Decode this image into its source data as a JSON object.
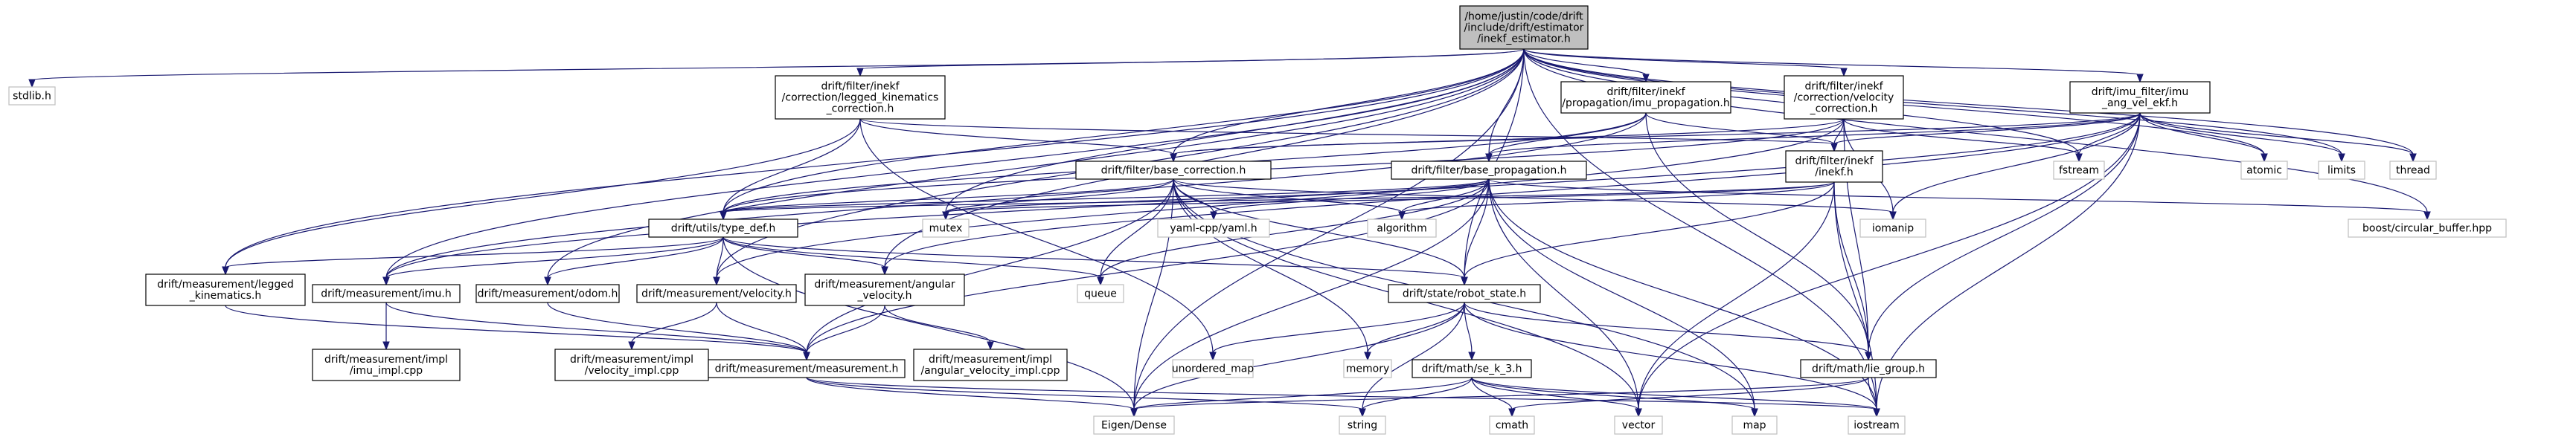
{
  "graph": {
    "root": "n0",
    "colors": {
      "edge": "#191970",
      "root_fill": "#bfbfbf",
      "local_border": "#000000",
      "std_border": "#bfbfbf"
    },
    "nodes": [
      {
        "id": "n0",
        "kind": "root",
        "lines": [
          "/home/justin/code/drift",
          "/include/drift/estimator",
          "/inekf_estimator.h"
        ]
      },
      {
        "id": "n1",
        "kind": "std",
        "lines": [
          "stdlib.h"
        ]
      },
      {
        "id": "n2",
        "kind": "local",
        "lines": [
          "drift/filter/inekf",
          "/correction/legged_kinematics",
          "_correction.h"
        ]
      },
      {
        "id": "n3",
        "kind": "local",
        "lines": [
          "drift/filter/inekf",
          "/propagation/imu_propagation.h"
        ]
      },
      {
        "id": "n4",
        "kind": "local",
        "lines": [
          "drift/filter/inekf",
          "/correction/velocity",
          "_correction.h"
        ]
      },
      {
        "id": "n5",
        "kind": "local",
        "lines": [
          "drift/imu_filter/imu",
          "_ang_vel_ekf.h"
        ]
      },
      {
        "id": "n6",
        "kind": "local",
        "lines": [
          "drift/filter/base_correction.h"
        ]
      },
      {
        "id": "n7",
        "kind": "local",
        "lines": [
          "drift/filter/base_propagation.h"
        ]
      },
      {
        "id": "n8",
        "kind": "local",
        "lines": [
          "drift/filter/inekf",
          "/inekf.h"
        ]
      },
      {
        "id": "n9",
        "kind": "std",
        "lines": [
          "fstream"
        ]
      },
      {
        "id": "n10",
        "kind": "std",
        "lines": [
          "atomic"
        ]
      },
      {
        "id": "n11",
        "kind": "std",
        "lines": [
          "limits"
        ]
      },
      {
        "id": "n12",
        "kind": "std",
        "lines": [
          "thread"
        ]
      },
      {
        "id": "n13",
        "kind": "local",
        "lines": [
          "drift/utils/type_def.h"
        ]
      },
      {
        "id": "n14",
        "kind": "std",
        "lines": [
          "mutex"
        ]
      },
      {
        "id": "n15",
        "kind": "std",
        "lines": [
          "yaml-cpp/yaml.h"
        ]
      },
      {
        "id": "n16",
        "kind": "std",
        "lines": [
          "algorithm"
        ]
      },
      {
        "id": "n17",
        "kind": "std",
        "lines": [
          "iomanip"
        ]
      },
      {
        "id": "n18",
        "kind": "std",
        "lines": [
          "boost/circular_buffer.hpp"
        ]
      },
      {
        "id": "n19",
        "kind": "local",
        "lines": [
          "drift/measurement/legged",
          "_kinematics.h"
        ]
      },
      {
        "id": "n20",
        "kind": "local",
        "lines": [
          "drift/measurement/imu.h"
        ]
      },
      {
        "id": "n21",
        "kind": "local",
        "lines": [
          "drift/measurement/odom.h"
        ]
      },
      {
        "id": "n22",
        "kind": "local",
        "lines": [
          "drift/measurement/velocity.h"
        ]
      },
      {
        "id": "n23",
        "kind": "local",
        "lines": [
          "drift/measurement/angular",
          "_velocity.h"
        ]
      },
      {
        "id": "n24",
        "kind": "std",
        "lines": [
          "queue"
        ]
      },
      {
        "id": "n25",
        "kind": "local",
        "lines": [
          "drift/state/robot_state.h"
        ]
      },
      {
        "id": "n26",
        "kind": "local",
        "lines": [
          "drift/measurement/impl",
          "/imu_impl.cpp"
        ]
      },
      {
        "id": "n27",
        "kind": "local",
        "lines": [
          "drift/measurement/impl",
          "/velocity_impl.cpp"
        ]
      },
      {
        "id": "n28",
        "kind": "local",
        "lines": [
          "drift/measurement/measurement.h"
        ]
      },
      {
        "id": "n29",
        "kind": "local",
        "lines": [
          "drift/measurement/impl",
          "/angular_velocity_impl.cpp"
        ]
      },
      {
        "id": "n30",
        "kind": "std",
        "lines": [
          "unordered_map"
        ]
      },
      {
        "id": "n31",
        "kind": "std",
        "lines": [
          "memory"
        ]
      },
      {
        "id": "n32",
        "kind": "local",
        "lines": [
          "drift/math/se_k_3.h"
        ]
      },
      {
        "id": "n33",
        "kind": "local",
        "lines": [
          "drift/math/lie_group.h"
        ]
      },
      {
        "id": "n34",
        "kind": "std",
        "lines": [
          "Eigen/Dense"
        ]
      },
      {
        "id": "n35",
        "kind": "std",
        "lines": [
          "string"
        ]
      },
      {
        "id": "n36",
        "kind": "std",
        "lines": [
          "cmath"
        ]
      },
      {
        "id": "n37",
        "kind": "std",
        "lines": [
          "vector"
        ]
      },
      {
        "id": "n38",
        "kind": "std",
        "lines": [
          "map"
        ]
      },
      {
        "id": "n39",
        "kind": "std",
        "lines": [
          "iostream"
        ]
      }
    ],
    "edges": [
      [
        "n0",
        "n1"
      ],
      [
        "n0",
        "n2"
      ],
      [
        "n0",
        "n3"
      ],
      [
        "n0",
        "n4"
      ],
      [
        "n0",
        "n5"
      ],
      [
        "n0",
        "n6"
      ],
      [
        "n0",
        "n7"
      ],
      [
        "n0",
        "n13"
      ],
      [
        "n0",
        "n19"
      ],
      [
        "n0",
        "n20"
      ],
      [
        "n0",
        "n21"
      ],
      [
        "n0",
        "n22"
      ],
      [
        "n0",
        "n23"
      ],
      [
        "n0",
        "n25"
      ],
      [
        "n0",
        "n14"
      ],
      [
        "n0",
        "n9"
      ],
      [
        "n0",
        "n10"
      ],
      [
        "n0",
        "n11"
      ],
      [
        "n0",
        "n12"
      ],
      [
        "n0",
        "n18"
      ],
      [
        "n0",
        "n34"
      ],
      [
        "n0",
        "n39"
      ],
      [
        "n2",
        "n6"
      ],
      [
        "n2",
        "n13"
      ],
      [
        "n2",
        "n19"
      ],
      [
        "n2",
        "n8"
      ],
      [
        "n2",
        "n30"
      ],
      [
        "n3",
        "n7"
      ],
      [
        "n3",
        "n13"
      ],
      [
        "n3",
        "n20"
      ],
      [
        "n3",
        "n8"
      ],
      [
        "n3",
        "n33"
      ],
      [
        "n4",
        "n6"
      ],
      [
        "n4",
        "n13"
      ],
      [
        "n4",
        "n22"
      ],
      [
        "n4",
        "n8"
      ],
      [
        "n4",
        "n33"
      ],
      [
        "n4",
        "n9"
      ],
      [
        "n4",
        "n17"
      ],
      [
        "n5",
        "n6"
      ],
      [
        "n5",
        "n7"
      ],
      [
        "n5",
        "n8"
      ],
      [
        "n5",
        "n20"
      ],
      [
        "n5",
        "n23"
      ],
      [
        "n5",
        "n9"
      ],
      [
        "n5",
        "n10"
      ],
      [
        "n5",
        "n11"
      ],
      [
        "n5",
        "n12"
      ],
      [
        "n5",
        "n17"
      ],
      [
        "n5",
        "n33"
      ],
      [
        "n5",
        "n39"
      ],
      [
        "n5",
        "n37"
      ],
      [
        "n6",
        "n13"
      ],
      [
        "n6",
        "n14"
      ],
      [
        "n6",
        "n15"
      ],
      [
        "n6",
        "n16"
      ],
      [
        "n6",
        "n17"
      ],
      [
        "n6",
        "n25"
      ],
      [
        "n6",
        "n28"
      ],
      [
        "n6",
        "n24"
      ],
      [
        "n6",
        "n31"
      ],
      [
        "n6",
        "n37"
      ],
      [
        "n6",
        "n38"
      ],
      [
        "n6",
        "n34"
      ],
      [
        "n7",
        "n13"
      ],
      [
        "n7",
        "n14"
      ],
      [
        "n7",
        "n15"
      ],
      [
        "n7",
        "n16"
      ],
      [
        "n7",
        "n18"
      ],
      [
        "n7",
        "n25"
      ],
      [
        "n7",
        "n28"
      ],
      [
        "n7",
        "n24"
      ],
      [
        "n7",
        "n34"
      ],
      [
        "n7",
        "n37"
      ],
      [
        "n7",
        "n38"
      ],
      [
        "n7",
        "n39"
      ],
      [
        "n8",
        "n13"
      ],
      [
        "n8",
        "n25"
      ],
      [
        "n8",
        "n33"
      ],
      [
        "n8",
        "n39"
      ],
      [
        "n8",
        "n37"
      ],
      [
        "n8",
        "n16"
      ],
      [
        "n8",
        "n14"
      ],
      [
        "n13",
        "n19"
      ],
      [
        "n13",
        "n20"
      ],
      [
        "n13",
        "n21"
      ],
      [
        "n13",
        "n22"
      ],
      [
        "n13",
        "n23"
      ],
      [
        "n13",
        "n25"
      ],
      [
        "n13",
        "n24"
      ],
      [
        "n13",
        "n34"
      ],
      [
        "n19",
        "n28"
      ],
      [
        "n20",
        "n28"
      ],
      [
        "n20",
        "n26"
      ],
      [
        "n21",
        "n28"
      ],
      [
        "n22",
        "n28"
      ],
      [
        "n22",
        "n27"
      ],
      [
        "n23",
        "n28"
      ],
      [
        "n23",
        "n29"
      ],
      [
        "n25",
        "n30"
      ],
      [
        "n25",
        "n31"
      ],
      [
        "n25",
        "n32"
      ],
      [
        "n25",
        "n33"
      ],
      [
        "n25",
        "n34"
      ],
      [
        "n25",
        "n35"
      ],
      [
        "n25",
        "n39"
      ],
      [
        "n28",
        "n34"
      ],
      [
        "n28",
        "n35"
      ],
      [
        "n28",
        "n39"
      ],
      [
        "n32",
        "n34"
      ],
      [
        "n32",
        "n35"
      ],
      [
        "n32",
        "n36"
      ],
      [
        "n32",
        "n37"
      ],
      [
        "n32",
        "n38"
      ],
      [
        "n32",
        "n39"
      ],
      [
        "n33",
        "n34"
      ],
      [
        "n33",
        "n36"
      ],
      [
        "n33",
        "n39"
      ]
    ]
  }
}
